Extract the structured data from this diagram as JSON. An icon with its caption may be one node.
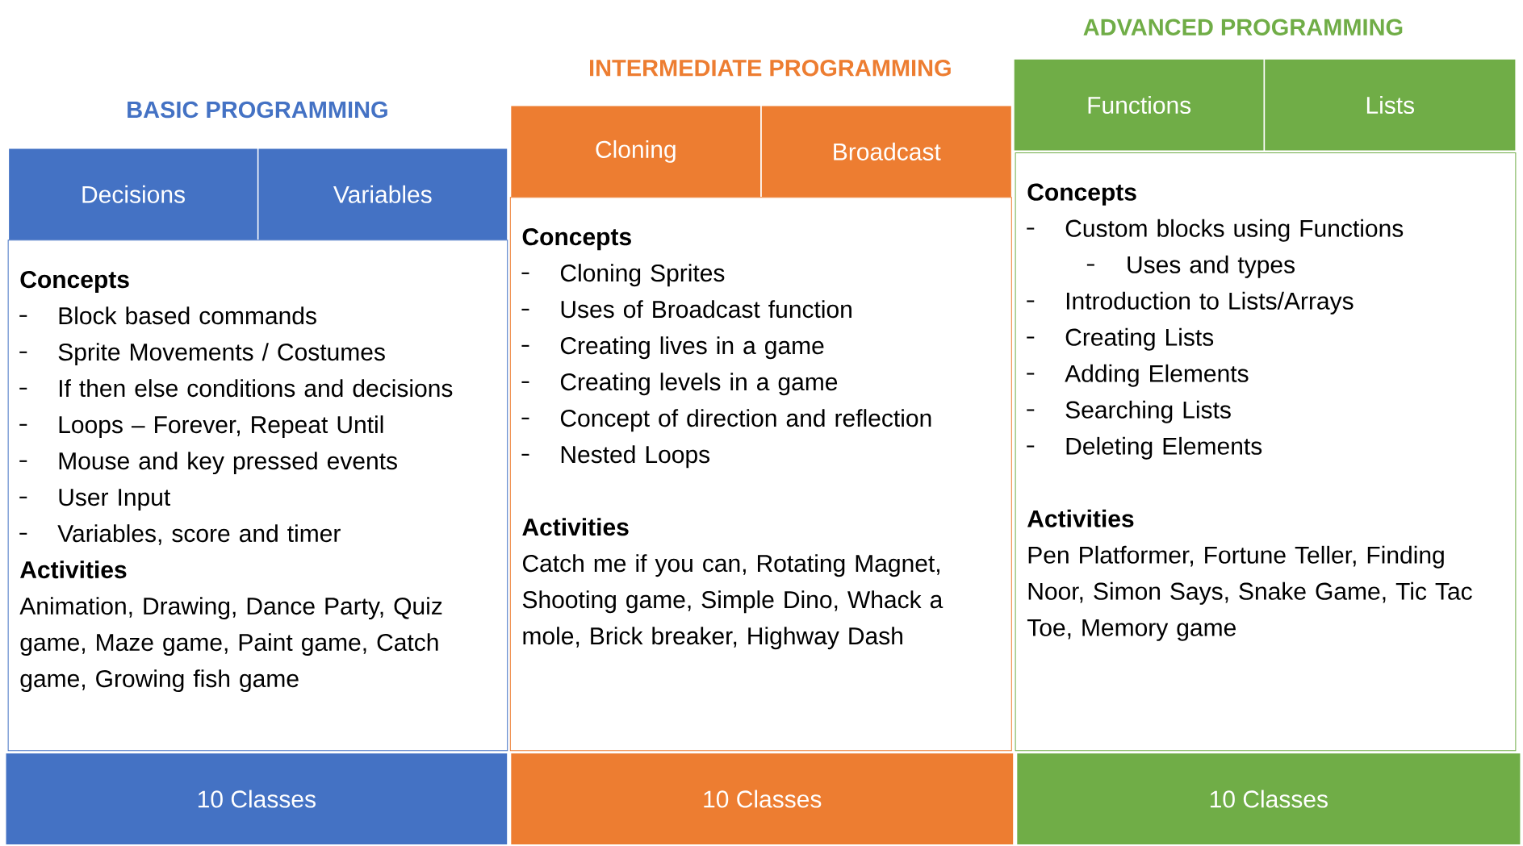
{
  "diagram": {
    "nodes": [
      {
        "text": [
          "Decisions"
        ]
      },
      {
        "text": [
          "Variables"
        ]
      },
      {
        "text": [
          "Concepts",
          "Block based commands",
          "Sprite Movements / Costumes",
          "If then else conditions and decisions",
          "Loops – Forever, Repeat Until",
          "Mouse and key pressed events",
          "User Input",
          "Variables, score and timer",
          "Activities",
          "Animation, Drawing, Dance Party, Quiz game, Maze game, Paint game, Catch game, Growing fish game"
        ]
      },
      {
        "text": [
          "10  Classes"
        ]
      },
      {
        "text": [
          "Cloning"
        ]
      },
      {
        "text": [
          "Broadcast"
        ]
      },
      {
        "text": [
          "Concepts",
          "Cloning Sprites",
          "Uses of Broadcast function",
          "Creating lives in a game",
          "Creating levels in a game",
          "Concept of direction and reflection",
          "Nested Loops",
          "Activities",
          "Catch me if you can, Rotating Magnet, Shooting game, Simple Dino, Whack a mole, Brick breaker, Highway Dash"
        ]
      },
      {
        "text": [
          "10 Classes"
        ]
      },
      {
        "text": [
          "Functions"
        ]
      },
      {
        "text": [
          "Lists"
        ]
      },
      {
        "text": [
          "Concepts",
          "Custom blocks using Functions",
          "Uses and types",
          "Introduction to Lists/Arrays",
          "Creating Lists",
          "Adding Elements",
          "Searching Lists",
          "Deleting Elements",
          "Activities",
          "Pen Platformer, Fortune Teller, Finding Noor, Simon Says, Snake Game, Tic Tac Toe, Memory game"
        ]
      },
      {
        "text": [
          "10 Classes"
        ]
      }
    ],
    "labels": [
      "BASIC PROGRAMMING",
      "INTERMEDIATE PROGRAMMING",
      "ADVANCED PROGRAMMING"
    ]
  }
}
